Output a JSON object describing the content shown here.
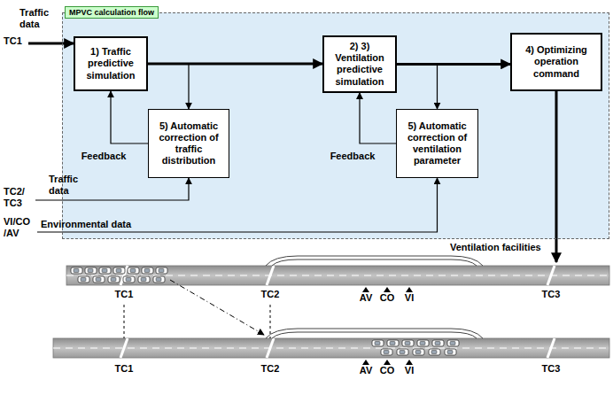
{
  "diagram": {
    "nodes": [
      {
        "text": [
          "MPVC calculation flow"
        ]
      },
      {
        "text": [
          "1) Traffic predictive simulation"
        ],
        "in": 0
      },
      {
        "text": [
          "5) Automatic correction of traffic distribution"
        ],
        "in": 0
      },
      {
        "text": [
          "2) 3) Ventilation predictive simulation"
        ],
        "in": 0
      },
      {
        "text": [
          "5) Automatic correction of ventilation parameter"
        ],
        "in": 0
      },
      {
        "text": [
          "4) Optimizing operation command"
        ],
        "in": 0
      }
    ],
    "edges": [
      {
        "from": 1,
        "to": 3,
        "arrow": "to"
      },
      {
        "from": 1,
        "to": 2,
        "arrow": "to"
      },
      {
        "from": 2,
        "to": 1,
        "label": "Feedback",
        "arrow": "to"
      },
      {
        "from": 3,
        "to": 5,
        "arrow": "to"
      },
      {
        "from": 3,
        "to": 4,
        "arrow": "to"
      },
      {
        "from": 4,
        "to": 3,
        "label": "Feedback",
        "arrow": "to"
      }
    ],
    "labels": [
      "Traffic data",
      "TC1",
      "Traffic data",
      "TC2/ TC3",
      "Environmental data",
      "VI/CO /AV",
      "Ventilation facilities",
      "TC1",
      "TC2",
      "AV",
      "CO",
      "VI",
      "TC3",
      "TC1",
      "TC2",
      "AV",
      "CO",
      "VI",
      "TC3"
    ]
  }
}
